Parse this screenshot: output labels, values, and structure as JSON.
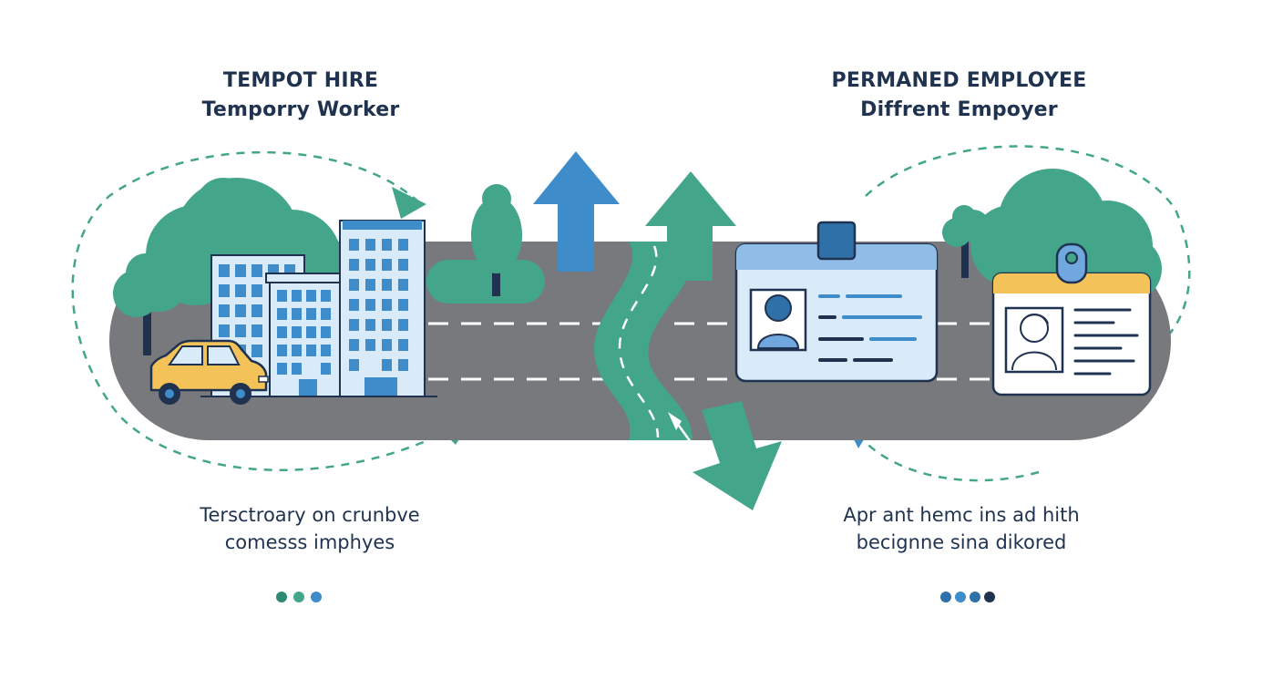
{
  "left_panel": {
    "title": "TEMPOT HIRE",
    "subtitle": "Temporry Worker",
    "caption_line1": "Tersctroary on crunbve",
    "caption_line2": "comesss imphyes"
  },
  "right_panel": {
    "title": "PERMANED EMPLOYEE",
    "subtitle": "Diffrent Empoyer",
    "caption_line1": "Apr ant hemc ins ad hith",
    "caption_line2": "becignne sina dikored"
  },
  "colors": {
    "road": "#77797c",
    "green": "#43a58a",
    "blue": "#3f8ccb",
    "navy": "#1f3350",
    "yellow": "#f3c35a",
    "card_blue": "#d9eaf9"
  },
  "icons": [
    "car-icon",
    "office-building-icon",
    "tree-icon",
    "arrow-up-icon",
    "arrow-down-icon",
    "id-badge-icon",
    "person-icon"
  ]
}
